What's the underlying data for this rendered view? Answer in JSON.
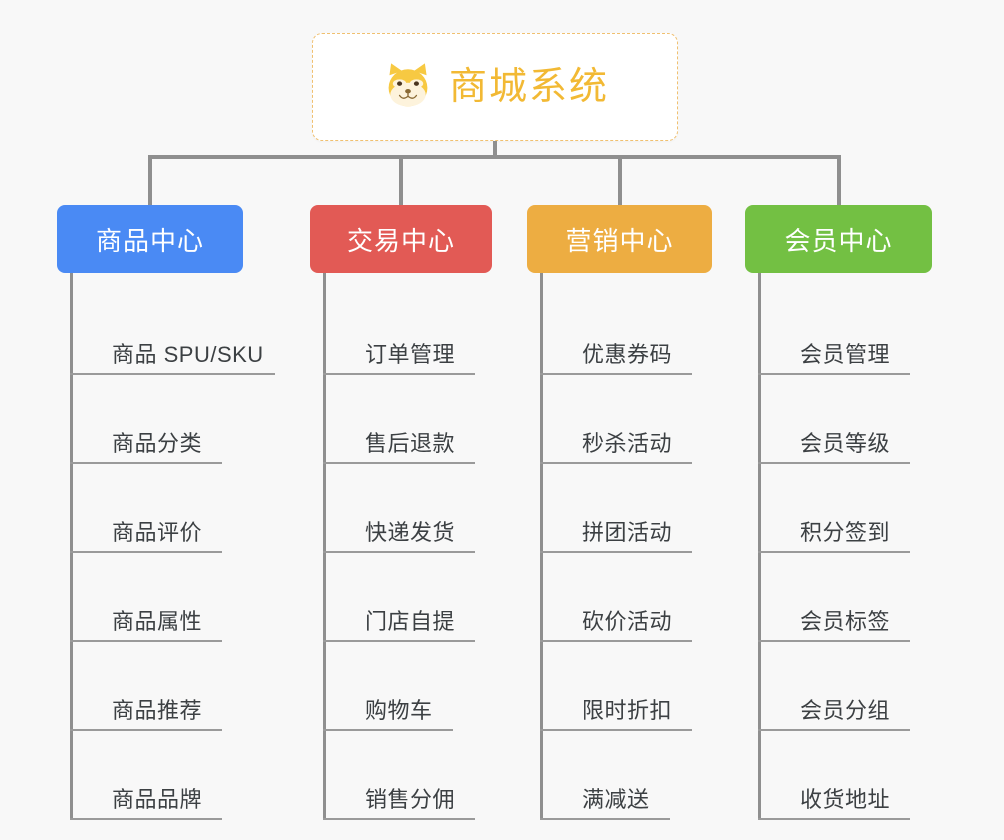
{
  "background_color": "#f8f8f8",
  "root": {
    "title": "商城系统",
    "icon": "shiba-dog-icon",
    "text_color": "#f2b934",
    "border_color": "#f0c070",
    "background": "#ffffff"
  },
  "connector_color": "#8f8f8f",
  "columns": [
    {
      "id": "product-center",
      "label": "商品中心",
      "color": "#4a8af4",
      "items": [
        {
          "label": "商品 SPU/SKU",
          "rule_width": 205
        },
        {
          "label": "商品分类",
          "rule_width": 152
        },
        {
          "label": "商品评价",
          "rule_width": 152
        },
        {
          "label": "商品属性",
          "rule_width": 152
        },
        {
          "label": "商品推荐",
          "rule_width": 152
        },
        {
          "label": "商品品牌",
          "rule_width": 152
        }
      ]
    },
    {
      "id": "trade-center",
      "label": "交易中心",
      "color": "#e25a55",
      "items": [
        {
          "label": "订单管理",
          "rule_width": 152
        },
        {
          "label": "售后退款",
          "rule_width": 152
        },
        {
          "label": "快递发货",
          "rule_width": 152
        },
        {
          "label": "门店自提",
          "rule_width": 152
        },
        {
          "label": "购物车",
          "rule_width": 130
        },
        {
          "label": "销售分佣",
          "rule_width": 152
        }
      ]
    },
    {
      "id": "marketing-center",
      "label": "营销中心",
      "color": "#edad42",
      "items": [
        {
          "label": "优惠券码",
          "rule_width": 152
        },
        {
          "label": "秒杀活动",
          "rule_width": 152
        },
        {
          "label": "拼团活动",
          "rule_width": 152
        },
        {
          "label": "砍价活动",
          "rule_width": 152
        },
        {
          "label": "限时折扣",
          "rule_width": 152
        },
        {
          "label": "满减送",
          "rule_width": 130
        }
      ]
    },
    {
      "id": "member-center",
      "label": "会员中心",
      "color": "#73c043",
      "items": [
        {
          "label": "会员管理",
          "rule_width": 152
        },
        {
          "label": "会员等级",
          "rule_width": 152
        },
        {
          "label": "积分签到",
          "rule_width": 152
        },
        {
          "label": "会员标签",
          "rule_width": 152
        },
        {
          "label": "会员分组",
          "rule_width": 152
        },
        {
          "label": "收货地址",
          "rule_width": 152
        }
      ]
    }
  ]
}
